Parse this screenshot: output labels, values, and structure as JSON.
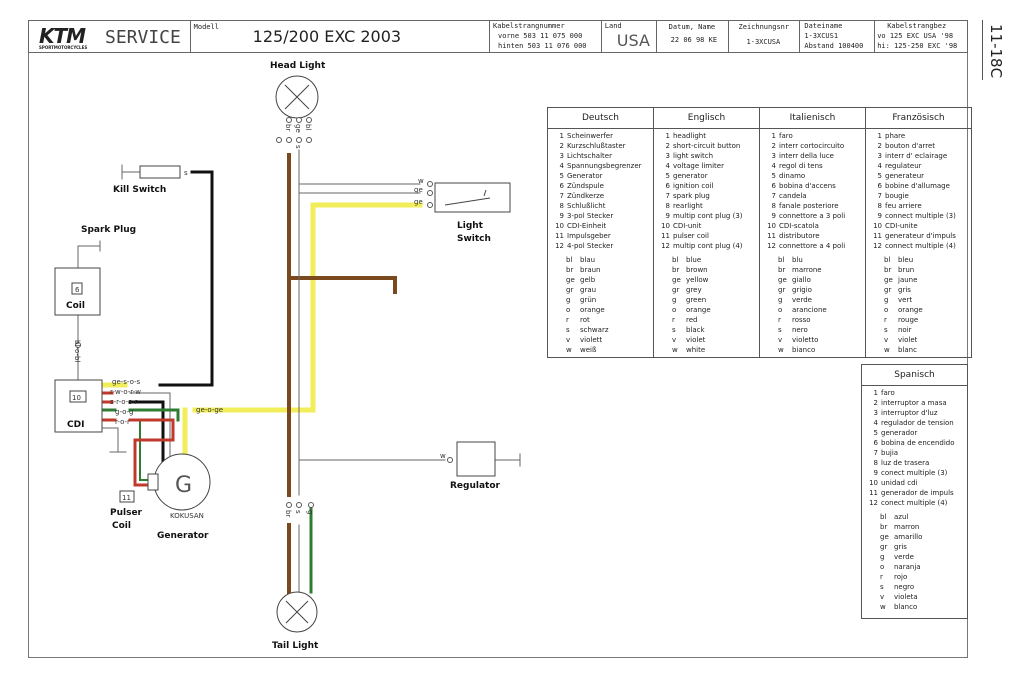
{
  "header": {
    "brand": "KTM",
    "brand_sub": "SPORTMOTORCYCLES",
    "service": "SERVICE",
    "modell_label": "Modell",
    "model": "125/200  EXC  2003",
    "kabelstrang_label": "Kabelstrangnummer",
    "vorne": "vorne   503 11 075 000",
    "hinten": "hinten  503 11 076 000",
    "land_label": "Land",
    "land": "USA",
    "datum_label": "Datum, Name",
    "datum": "22 06 98 KE",
    "zeichnung_label": "Zeichnungsnr",
    "zeichnung": "1-3XCUSA",
    "datei_label": "Dateiname",
    "datei": "1-3XCUS1",
    "abstand": "Abstand   100400",
    "bez_label": "Kabelstrangbez",
    "bez_vo": "vo  125 EXC USA '98",
    "bez_hi": "hi:  125-250 EXC '98",
    "page": "11-18C"
  },
  "components": {
    "head_light": "Head Light",
    "kill_switch": "Kill Switch",
    "spark_plug": "Spark Plug",
    "coil": "Coil",
    "coil_num": "6",
    "cdi": "CDI",
    "cdi_num": "10",
    "pulser_coil_1": "Pulser",
    "pulser_coil_2": "Coil",
    "pulser_num": "11",
    "generator": "Generator",
    "generator_symbol": "G",
    "generator_brand": "KOKUSAN",
    "light_switch_1": "Light",
    "light_switch_2": "Switch",
    "regulator": "Regulator",
    "tail_light": "Tail Light"
  },
  "wires": {
    "kill": "s",
    "cdi_1": "ge-s-o-s",
    "cdi_2": "r-w-o-r-w",
    "cdi_3": "s-r-o-s-r",
    "cdi_4": "g-o-g",
    "cdi_5": "r-o-r",
    "gen_ge": "ge-o-ge",
    "coil_bl": "bl-o-bl",
    "hl_br": "br",
    "hl_ge": "ge",
    "hl_bl": "bl",
    "hl_s": "s",
    "ls_1": "w",
    "ls_2": "ge",
    "ls_3": "ge",
    "reg_w": "w",
    "tl_br": "br",
    "tl_s": "s",
    "tl_g": "g"
  },
  "legend": [
    {
      "title": "Deutsch",
      "items": [
        "Scheinwerfer",
        "Kurzschlußtaster",
        "Lichtschalter",
        "Spannungsbegrenzer",
        "Generator",
        "Zündspule",
        "Zündkerze",
        "Schlußlicht",
        "3-pol  Stecker",
        "CDI-Einheit",
        "Impulsgeber",
        "4-pol  Stecker"
      ],
      "colors": [
        "blau",
        "braun",
        "gelb",
        "grau",
        "grün",
        "orange",
        "rot",
        "schwarz",
        "violett",
        "weiß"
      ]
    },
    {
      "title": "Englisch",
      "items": [
        "headlight",
        "short-circuit button",
        "light switch",
        "voltage limiter",
        "generator",
        "ignition coil",
        "spark plug",
        "rearlight",
        "multip cont plug (3)",
        "CDI-unit",
        "pulser coil",
        "multip cont plug (4)"
      ],
      "colors": [
        "blue",
        "brown",
        "yellow",
        "grey",
        "green",
        "orange",
        "red",
        "black",
        "violet",
        "white"
      ]
    },
    {
      "title": "Italienisch",
      "items": [
        "faro",
        "interr cortocircuito",
        "interr  della luce",
        "regol di tens",
        "dinamo",
        "bobina d'accens",
        "candela",
        "fanale posteriore",
        "connettore a 3 poli",
        "CDI-scatola",
        "distributore",
        "connettore a 4 poli"
      ],
      "colors": [
        "blu",
        "marrone",
        "giallo",
        "grigio",
        "verde",
        "arancione",
        "rosso",
        "nero",
        "violetto",
        "bianco"
      ]
    },
    {
      "title": "Französisch",
      "items": [
        "phare",
        "bouton d'arret",
        "interr  d' eclairage",
        "regulateur",
        "generateur",
        "bobine d'allumage",
        "bougie",
        "feu arriere",
        "connect multiple (3)",
        "CDI-unite",
        "generateur d'impuls",
        "connect multiple (4)"
      ],
      "colors": [
        "bleu",
        "brun",
        "jaune",
        "gris",
        "vert",
        "orange",
        "rouge",
        "noir",
        "violet",
        "blanc"
      ]
    }
  ],
  "legend_spanish": {
    "title": "Spanisch",
    "items": [
      "faro",
      "interruptor a masa",
      "interruptor d'luz",
      "regulador de tension",
      "generador",
      "bobina de encendido",
      "bujia",
      "luz de trasera",
      "conect multiple (3)",
      "unidad cdi",
      "generador de impuls",
      "conect multiple (4)"
    ],
    "colors": [
      "azul",
      "marron",
      "amarillo",
      "gris",
      "verde",
      "naranja",
      "rojo",
      "negro",
      "violeta",
      "blanco"
    ]
  },
  "color_codes": [
    "bl",
    "br",
    "ge",
    "gr",
    "g",
    "o",
    "r",
    "s",
    "v",
    "w"
  ],
  "wire_colors": {
    "brown": "#7a4a1e",
    "yellow": "#f2ee5a",
    "black": "#111111",
    "green": "#2e7d32",
    "red": "#c0392b",
    "grey": "#888888"
  }
}
